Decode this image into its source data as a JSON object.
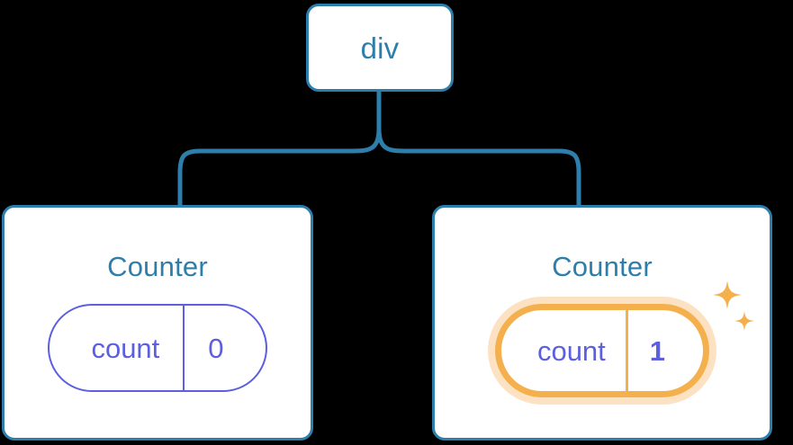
{
  "diagram": {
    "type": "component-tree",
    "background_color": "#000000",
    "node_border_color": "#2E7EAB",
    "node_text_color": "#2E7EAB",
    "state_color": "#5B5FE0",
    "highlight_color": "#F5B04E",
    "highlight_glow_color": "#F9BF78",
    "root": {
      "label": "div"
    },
    "children": [
      {
        "label": "Counter",
        "state": {
          "key": "count",
          "value": "0"
        },
        "highlighted": false
      },
      {
        "label": "Counter",
        "state": {
          "key": "count",
          "value": "1"
        },
        "highlighted": true,
        "sparkle_icons": [
          "sparkle-large",
          "sparkle-small"
        ]
      }
    ]
  }
}
